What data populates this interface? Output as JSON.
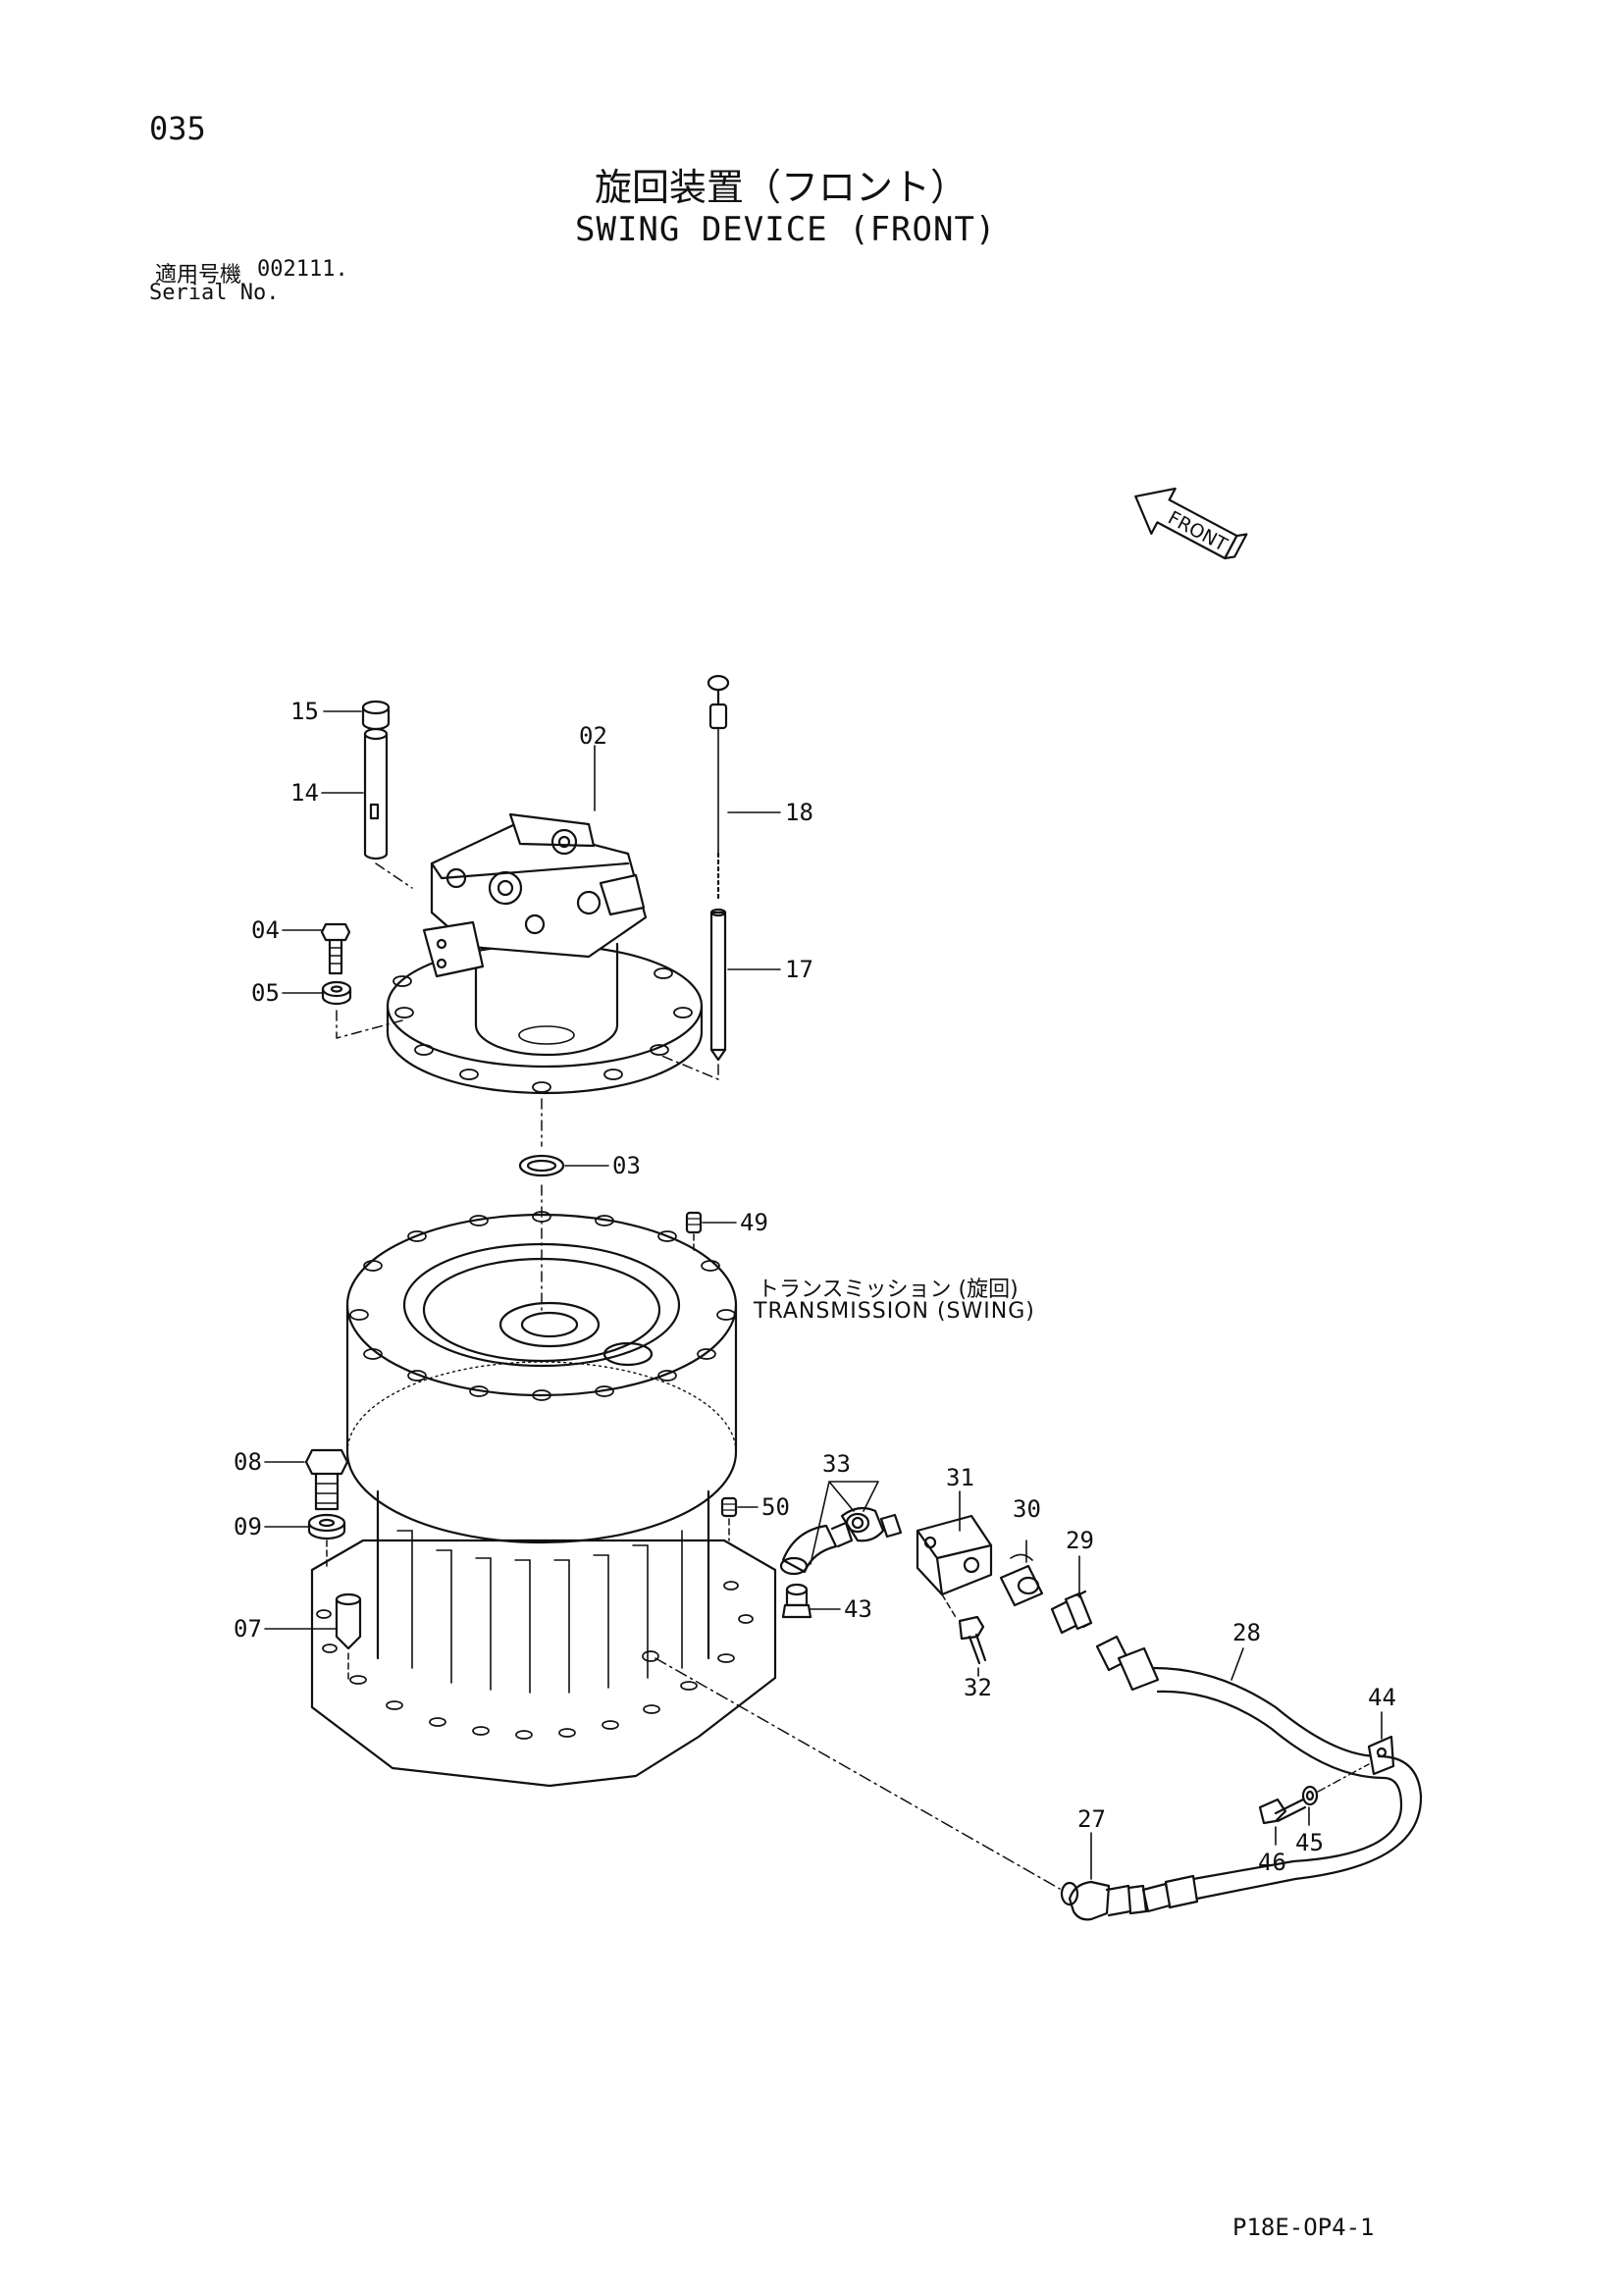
{
  "header": {
    "page_number": "035",
    "title_jp": "旋回装置（フロント）",
    "title_en": "SWING DEVICE (FRONT)",
    "serial_label_jp": "適用号機",
    "serial_label_en": "Serial No.",
    "serial_value": "002111."
  },
  "diagram": {
    "front_arrow_label": "FRONT",
    "transmission_label_jp": "トランスミッション (旋回)",
    "transmission_label_en": "TRANSMISSION (SWING)",
    "part_labels": [
      "15",
      "14",
      "02",
      "18",
      "04",
      "05",
      "17",
      "03",
      "49",
      "08",
      "09",
      "07",
      "50",
      "43",
      "33",
      "31",
      "30",
      "29",
      "32",
      "28",
      "44",
      "27",
      "45",
      "46"
    ]
  },
  "footer": {
    "ref_code": "P18E-OP4-1"
  }
}
